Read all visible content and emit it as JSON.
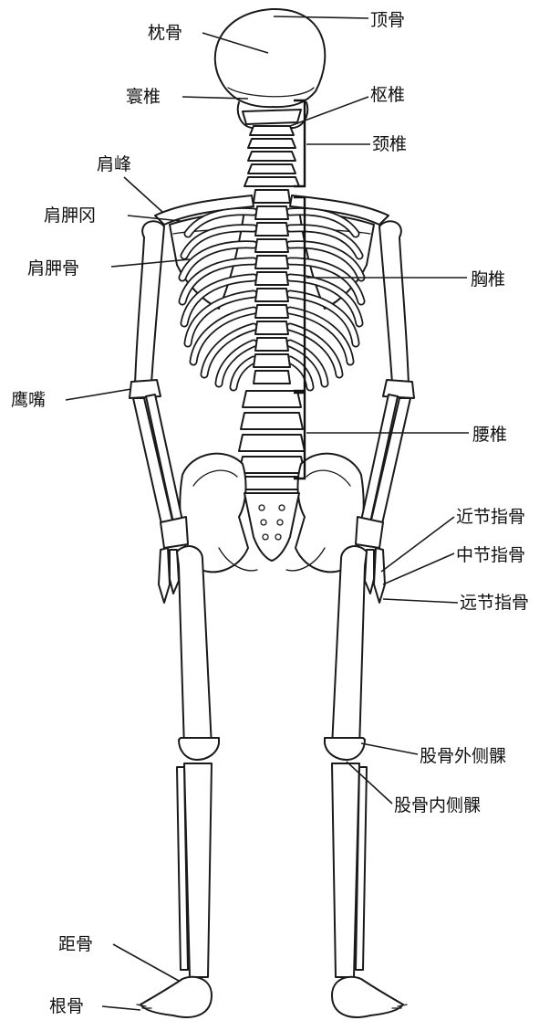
{
  "labels": {
    "parietal": "顶骨",
    "occipital": "枕骨",
    "atlas": "寰椎",
    "axis": "枢椎",
    "cervical": "颈椎",
    "acromion": "肩峰",
    "scapular_spine": "肩胛冈",
    "scapula": "肩胛骨",
    "thoracic": "胸椎",
    "olecranon": "鹰嘴",
    "lumbar": "腰椎",
    "proximal_phalanges": "近节指骨",
    "middle_phalanges": "中节指骨",
    "distal_phalanges": "远节指骨",
    "lateral_condyle": "股骨外侧髁",
    "medial_condyle": "股骨内侧髁",
    "talus": "距骨",
    "calcaneus": "根骨"
  },
  "colors": {
    "line": "#1a1a1a",
    "text": "#111111",
    "bone_fill": "#ffffff"
  }
}
